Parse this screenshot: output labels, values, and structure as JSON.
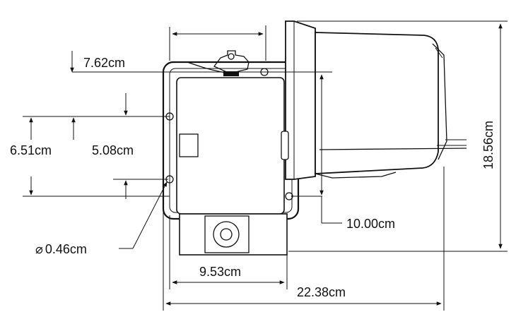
{
  "dimensions": {
    "top_offset": "7.62cm",
    "left_outer_span": "6.51cm",
    "left_inner_span": "5.08cm",
    "hole_diameter": "0.46cm",
    "mount_height": "10.00cm",
    "base_width": "9.53cm",
    "overall_width": "22.38cm",
    "overall_height": "18.56cm"
  },
  "colors": {
    "line": "#111111",
    "background": "#ffffff"
  }
}
